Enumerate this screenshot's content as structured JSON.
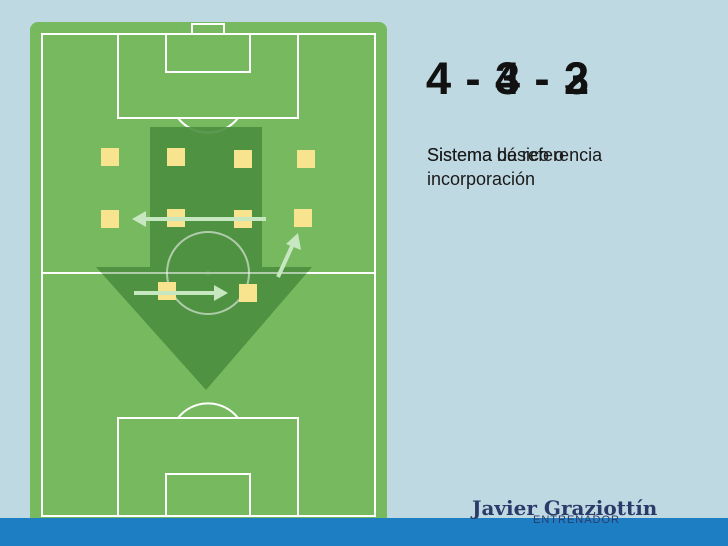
{
  "slide": {
    "title_primary": "4 - 4 - 2",
    "title_overlay": "4 - 3 - 3",
    "subtitle_primary": "Sistema básico o incorporación",
    "subtitle_overlay": "Sistema de referencia"
  },
  "branding": {
    "name": "Javier Graziottín",
    "role": "ENTRENADOR"
  },
  "pitch": {
    "players_count": 10,
    "arrows": [
      "left",
      "right",
      "up-right"
    ],
    "colors": {
      "grass_light": "#76b95e",
      "grass_dark": "#4b8e3f",
      "lines": "#ffffff",
      "player": "#f8e38f",
      "arrow": "#c7e7c0",
      "accent_bar": "#1e7ec4"
    }
  }
}
